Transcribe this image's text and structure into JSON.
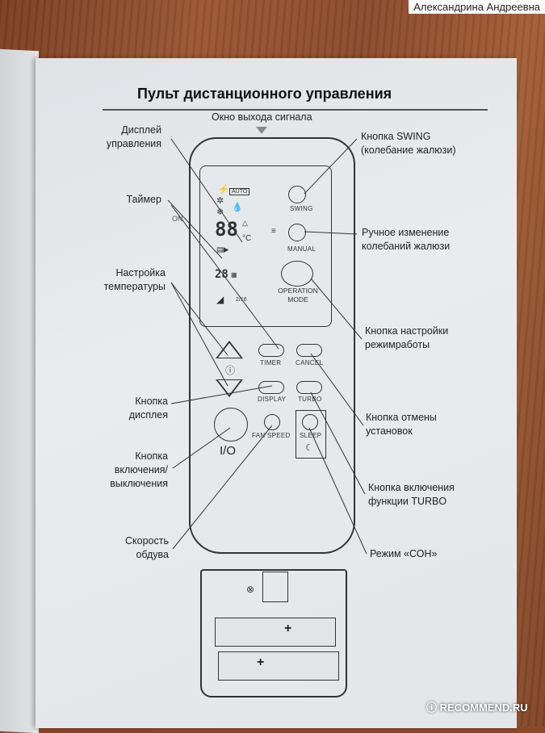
{
  "watermark_user": "Александрина Андреевна",
  "watermark_site": "RECOMMEND.RU",
  "title": "Пульт дистанционного управления",
  "signal_window": "Окно выхода сигнала",
  "labels": {
    "display_control": [
      "Дисплей",
      "управления"
    ],
    "timer": "Таймер",
    "temp_setting": [
      "Настройка",
      "температуры"
    ],
    "display_button": [
      "Кнопка",
      "дисплея"
    ],
    "power_button": [
      "Кнопка",
      "включения/",
      "выключения"
    ],
    "fan_speed": [
      "Скорость",
      "обдува"
    ],
    "swing_button": [
      "Кнопка  SWING",
      "(колебание жалюзи)"
    ],
    "manual_swing": [
      "Ручное  изменение",
      "колебаний  жалюзи"
    ],
    "mode_button": [
      "Кнопка  настройки",
      "режимработы"
    ],
    "cancel_button": [
      "Кнопка  отмены",
      "установок"
    ],
    "turbo_button": [
      "Кнопка  включения",
      "функции TURBO"
    ],
    "sleep_mode": "Режим «СОН»"
  },
  "remote": {
    "swing": "SWING",
    "manual": "MANUAL",
    "operation_mode": [
      "OPERATION",
      "MODE"
    ],
    "timer": "TIMER",
    "cancel": "CANCEL",
    "display": "DISPLAY",
    "turbo": "TURBO",
    "fan_speed": "FAN SPEED",
    "sleep": "SLEEP",
    "power": "I/O",
    "lcd_auto": "AUTO",
    "lcd_on": "ON",
    "lcd_celsius": "°C",
    "lcd_temp": "88",
    "lcd_time": "28",
    "lcd_small": "2/16"
  }
}
